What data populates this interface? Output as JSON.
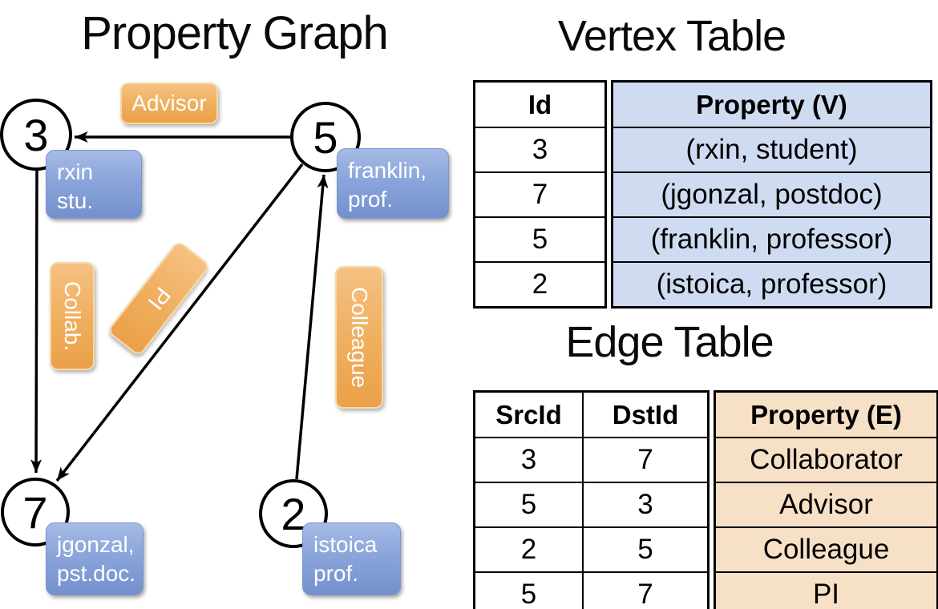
{
  "titles": {
    "property_graph": "Property Graph",
    "vertex_table": "Vertex Table",
    "edge_table": "Edge Table"
  },
  "graph": {
    "nodes": [
      {
        "id": "3",
        "property_line1": "rxin",
        "property_line2": "stu."
      },
      {
        "id": "5",
        "property_line1": "franklin,",
        "property_line2": "prof."
      },
      {
        "id": "7",
        "property_line1": "jgonzal,",
        "property_line2": "pst.doc."
      },
      {
        "id": "2",
        "property_line1": "istoica",
        "property_line2": "prof."
      }
    ],
    "edge_labels": {
      "advisor": "Advisor",
      "collab": "Collab.",
      "pi": "PI",
      "colleague": "Colleague"
    }
  },
  "vertex_table": {
    "headers": [
      "Id",
      "Property (V)"
    ],
    "rows": [
      [
        "3",
        "(rxin, student)"
      ],
      [
        "7",
        "(jgonzal, postdoc)"
      ],
      [
        "5",
        "(franklin, professor)"
      ],
      [
        "2",
        "(istoica, professor)"
      ]
    ]
  },
  "edge_table": {
    "headers": [
      "SrcId",
      "DstId",
      "Property (E)"
    ],
    "rows": [
      [
        "3",
        "7",
        "Collaborator"
      ],
      [
        "5",
        "3",
        "Advisor"
      ],
      [
        "2",
        "5",
        "Colleague"
      ],
      [
        "5",
        "7",
        "PI"
      ]
    ]
  },
  "colors": {
    "edge_label_fill_top": "#f5c183",
    "edge_label_fill_bottom": "#eca04a",
    "vertex_box_fill_top": "#a6bbe6",
    "vertex_box_fill_bottom": "#7490cd",
    "vertex_table_fill": "#cfdbf0",
    "edge_table_fill": "#f6e0c6",
    "line_color": "#000000",
    "text_on_boxes": "#ffffff"
  }
}
